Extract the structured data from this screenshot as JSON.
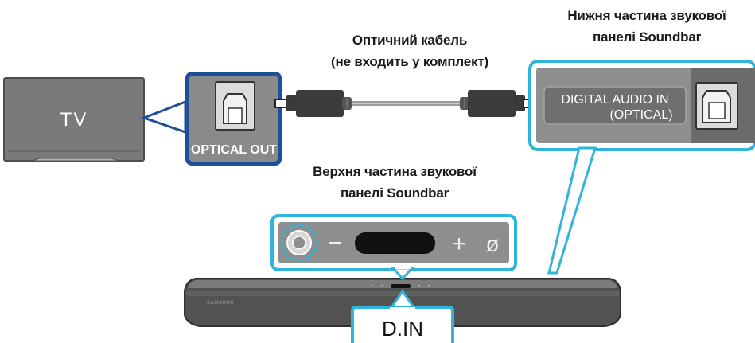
{
  "labels": {
    "cable_line1": "Оптичний кабель",
    "cable_line2": "(не входить у комплект)",
    "bottom_line1": "Нижня частина звукової",
    "bottom_line2": "панелі Soundbar",
    "top_line1": "Верхня частина звукової",
    "top_line2": "панелі Soundbar"
  },
  "tv": {
    "label": "TV"
  },
  "ports": {
    "tv_port": "OPTICAL OUT",
    "bar_port_line1": "DIGITAL AUDIO IN",
    "bar_port_line2": "(OPTICAL)"
  },
  "controls": {
    "minus": "−",
    "plus": "+",
    "mute": "ø"
  },
  "display": {
    "mode": "D.IN"
  },
  "brand": {
    "logo": "SAMSUNG"
  },
  "colors": {
    "callout_cyan": "#30b4dc",
    "port_highlight_blue": "#1f4f9a",
    "panel_gray": "#8e8e8e",
    "body_dark": "#4a4a4a"
  }
}
